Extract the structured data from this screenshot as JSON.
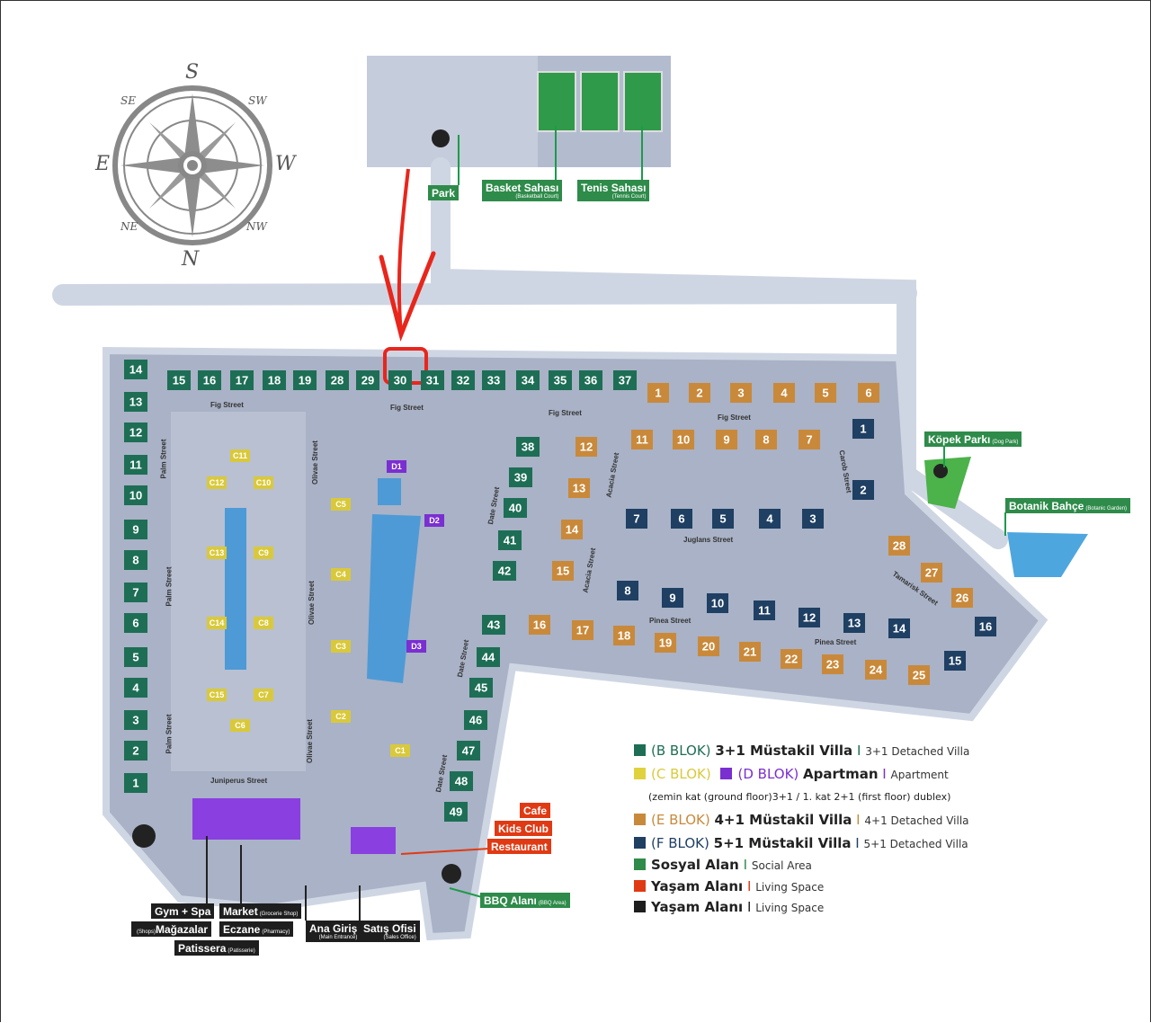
{
  "compass": {
    "north": "N",
    "south": "S",
    "east": "E",
    "west": "W",
    "se": "SE",
    "sw": "SW",
    "ne": "NE",
    "nw": "NW"
  },
  "facilities": {
    "park": "Park",
    "basket": "Basket Sahası",
    "basket_sub": "(Basketball Court)",
    "tennis": "Tenis Sahası",
    "tennis_sub": "(Tennis Court)",
    "dog_park": "Köpek Parkı",
    "dog_park_sub": "(Dog Park)",
    "botanic": "Botanik Bahçe",
    "botanic_sub": "(Botanic Garden)",
    "cafe": "Cafe",
    "kids": "Kids Club",
    "restaurant": "Restaurant",
    "bbq": "BBQ Alanı",
    "bbq_sub": "(BBQ Area)",
    "gym": "Gym + Spa",
    "shops_sub": "(Shops)",
    "shops": "Mağazalar",
    "market": "Market",
    "market_sub": "(Grocerie Shop)",
    "pharmacy": "Eczane",
    "pharmacy_sub": "(Pharmacy)",
    "entrance": "Ana Giriş",
    "entrance_sub": "(Main Entrance)",
    "sales": "Satış Ofisi",
    "sales_sub": "(Sales Office)",
    "patissera": "Patissera",
    "patissera_sub": "(Patisserie)"
  },
  "streets": {
    "fig1": "Fig Street",
    "fig2": "Fig Street",
    "fig3": "Fig Street",
    "fig4": "Fig Street",
    "palm1": "Palm Street",
    "palm2": "Palm Street",
    "palm3": "Palm Street",
    "olivae1": "Olivae Street",
    "olivae2": "Olivae Street",
    "olivae3": "Olivae Street",
    "date1": "Date Street",
    "date2": "Date Street",
    "date3": "Date Street",
    "acacia1": "Acacia Street",
    "acacia2": "Acacia Street",
    "carob": "Carob Street",
    "juglans": "Juglans Street",
    "pinea1": "Pinea Street",
    "pinea2": "Pinea Street",
    "tamarisk": "Tamarisk Street",
    "juniperus": "Juniperus Street"
  },
  "blocks": {
    "b_top": [
      "15",
      "16",
      "17",
      "18",
      "19",
      "28",
      "29",
      "30",
      "31",
      "32",
      "33",
      "34",
      "35",
      "36",
      "37"
    ],
    "b_left": [
      "14",
      "13",
      "12",
      "11",
      "10",
      "9",
      "8",
      "7",
      "6",
      "5",
      "4",
      "3",
      "2",
      "1"
    ],
    "b_mid": [
      "38",
      "39",
      "40",
      "41",
      "42"
    ],
    "b_low": [
      "43",
      "44",
      "45",
      "46",
      "47",
      "48",
      "49"
    ],
    "e_top": [
      "1",
      "2",
      "3",
      "4",
      "5",
      "6"
    ],
    "e_row2": [
      "11",
      "10",
      "9",
      "8",
      "7"
    ],
    "e_col": [
      "12",
      "13",
      "14",
      "15"
    ],
    "e_bottom": [
      "16",
      "17",
      "18",
      "19",
      "20",
      "21",
      "22",
      "23",
      "24",
      "25"
    ],
    "e_right": [
      "28",
      "27",
      "26"
    ],
    "f_right": [
      "1",
      "2"
    ],
    "f_row1": [
      "7",
      "6",
      "5",
      "4",
      "3"
    ],
    "f_row2": [
      "8",
      "9",
      "10",
      "11",
      "12",
      "13",
      "14"
    ],
    "f_side": [
      "16",
      "15"
    ],
    "c_labels": [
      "C11",
      "C12",
      "C10",
      "C13",
      "C9",
      "C14",
      "C8",
      "C15",
      "C7",
      "C6",
      "C5",
      "C4",
      "C3",
      "C2",
      "C1"
    ],
    "d_labels": [
      "D1",
      "D2",
      "D3"
    ]
  },
  "highlight": {
    "unit": "30",
    "color": "#e8261c"
  },
  "legend": {
    "b_code": "(B BLOK)",
    "b_main": "3+1 Müstakil Villa",
    "b_sep": "I",
    "b_en": "3+1 Detached Villa",
    "c_code": "(C BLOK)",
    "d_code": "(D BLOK)",
    "cd_main": "Apartman",
    "cd_sep": "I",
    "cd_en": "Apartment",
    "cd_note": "(zemin kat (ground floor)3+1 / 1. kat 2+1 (first floor) dublex)",
    "e_code": "(E BLOK)",
    "e_main": "4+1 Müstakil Villa",
    "e_sep": "I",
    "e_en": "4+1 Detached Villa",
    "f_code": "(F BLOK)",
    "f_main": "5+1 Müstakil Villa",
    "f_sep": "I",
    "f_en": "5+1 Detached Villa",
    "social_main": "Sosyal Alan",
    "social_sep": "I",
    "social_en": "Social Area",
    "living1_main": "Yaşam Alanı",
    "living1_sep": "I",
    "living1_en": "Living Space",
    "living2_main": "Yaşam Alanı",
    "living2_sep": "I",
    "living2_en": "Living Space"
  },
  "colors": {
    "b": "#1d6e55",
    "c": "#d9c93a",
    "d": "#7a2fd1",
    "e": "#c9893a",
    "f": "#1f3f63",
    "social": "#2e8b4a",
    "living_red": "#e03a14",
    "living_dark": "#1e1e1e",
    "road": "#cfd6e3",
    "site": "#a9b2c6"
  }
}
